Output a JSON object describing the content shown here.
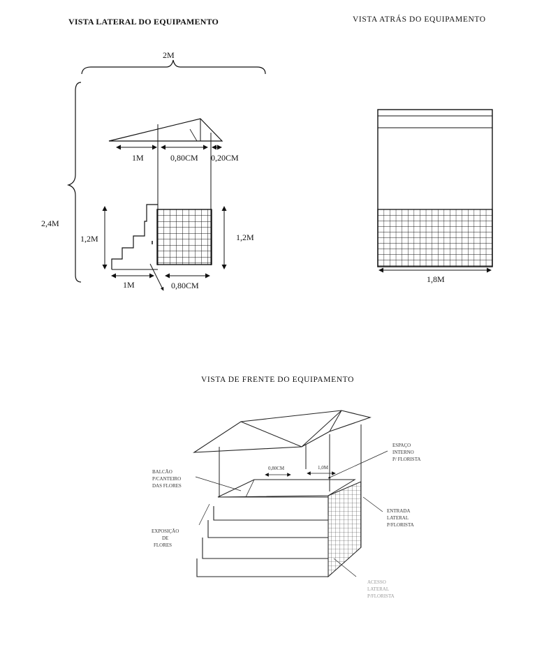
{
  "titles": {
    "side": "VISTA LATERAL DO EQUIPAMENTO",
    "back": "VISTA  ATRÁS DO EQUIPAMENTO",
    "front": "VISTA DE FRENTE  DO EQUIPAMENTO"
  },
  "side_view": {
    "width_total": "2M",
    "height_total": "2,4M",
    "top_seg_1": "1M",
    "top_seg_2": "0,80CM",
    "top_seg_3": "0,20CM",
    "left_height": "1,2M",
    "right_height": "1,2M",
    "bottom_seg_1": "1M",
    "bottom_seg_2": "0,80CM"
  },
  "back_view": {
    "width": "1,8M"
  },
  "front_view": {
    "dim_1": "0,80CM",
    "dim_2": "1,0M",
    "label_balcao": [
      "BALCÃO",
      "P/CANTEIRO",
      "DAS FLORES"
    ],
    "label_espaco": [
      "ESPAÇO",
      "INTERNO",
      "P/ FLORISTA"
    ],
    "label_exposicao": [
      "EXPOSIÇÃO",
      "DE",
      "FLORES"
    ],
    "label_entrada": [
      "ENTRADA",
      "LATERAL",
      "P/FLORISTA"
    ],
    "label_bottom": [
      "ACESSO",
      "LATERAL",
      "P/FLORISTA"
    ]
  },
  "colors": {
    "ink": "#111111",
    "faint": "#999999"
  }
}
